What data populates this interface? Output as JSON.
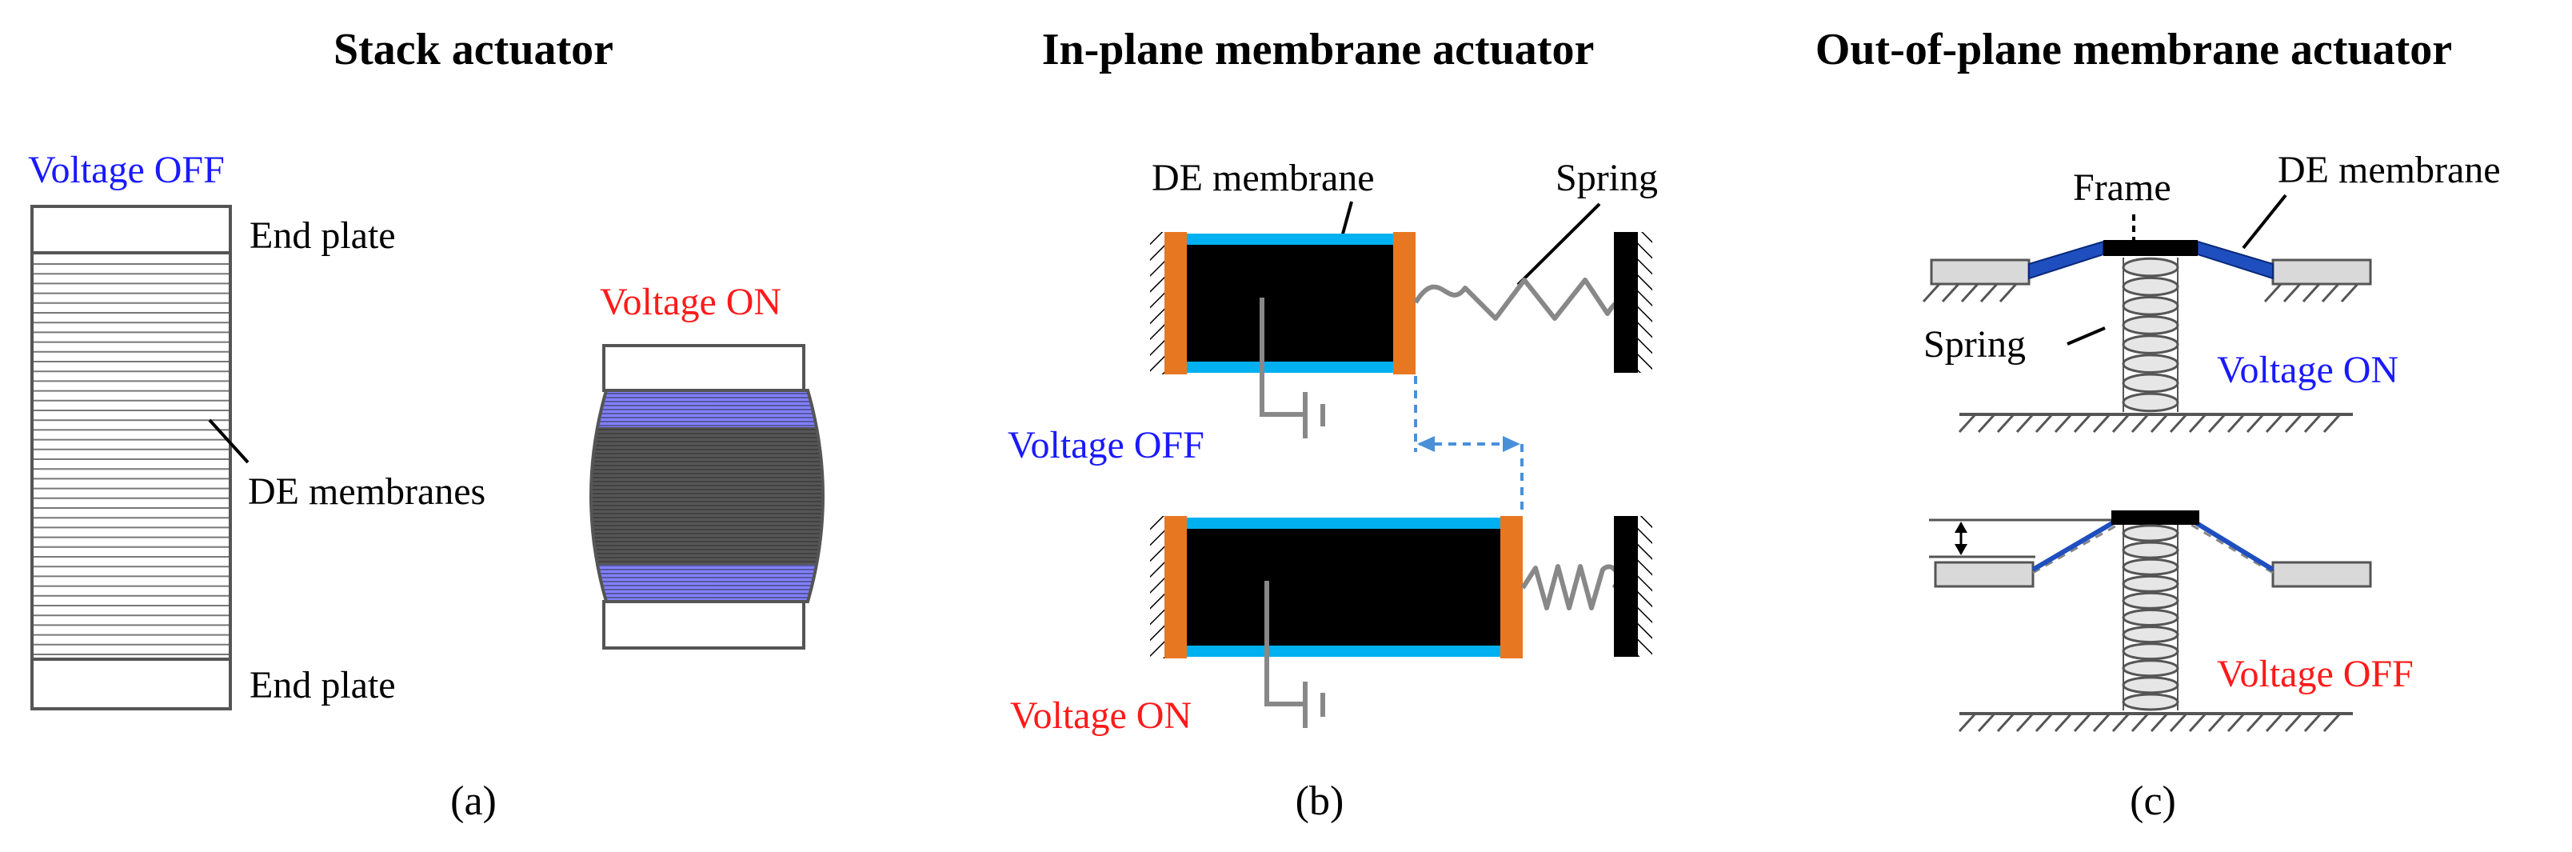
{
  "panel_a": {
    "title": "Stack actuator",
    "voltage_off": "Voltage OFF",
    "voltage_on": "Voltage ON",
    "end_plate_top": "End plate",
    "end_plate_bottom": "End plate",
    "de_membranes": "DE membranes",
    "caption": "(a)"
  },
  "panel_b": {
    "title": "In-plane membrane actuator",
    "de_membrane": "DE membrane",
    "spring": "Spring",
    "voltage_off": "Voltage OFF",
    "voltage_on": "Voltage ON",
    "caption": "(b)"
  },
  "panel_c": {
    "title": "Out-of-plane membrane actuator",
    "frame": "Frame",
    "de_membrane": "DE membrane",
    "spring": "Spring",
    "voltage_on": "Voltage ON",
    "voltage_off": "Voltage OFF",
    "caption": "(c)"
  },
  "colors": {
    "voltage_off_label": "#1a1aff",
    "voltage_on_label": "#ff1a1a",
    "electrode_light": "#00b0f0",
    "electrode_dark": "#1f4fbf",
    "end_electrode": "#e87722",
    "membrane_blue": "#8080ff",
    "dim_arrow": "#4a90d9"
  }
}
